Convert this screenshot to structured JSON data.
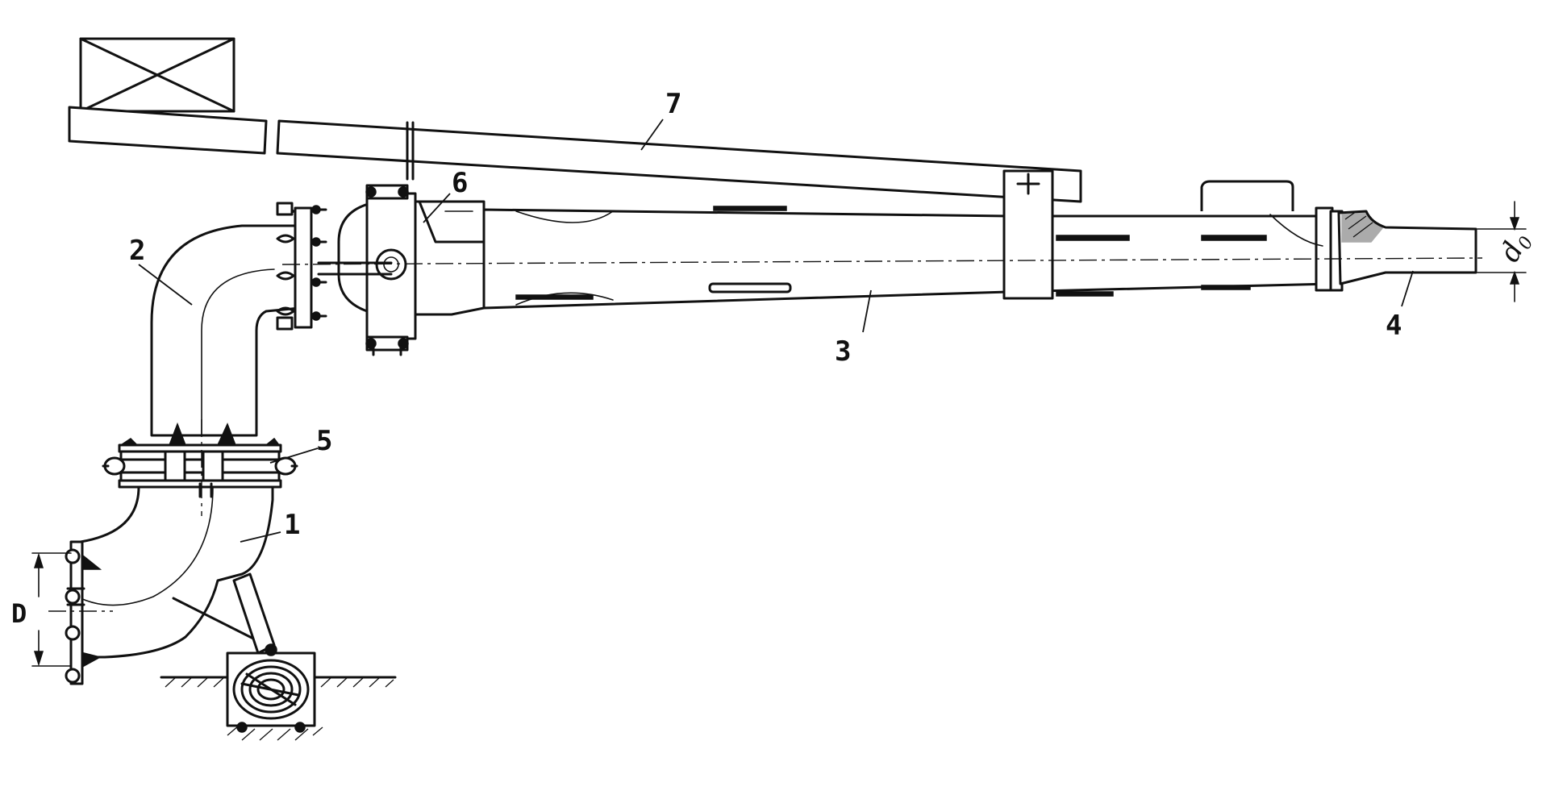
{
  "labels": {
    "part_1": "1",
    "part_2": "2",
    "part_3": "3",
    "part_4": "4",
    "part_5": "5",
    "part_6": "6",
    "part_7": "7"
  },
  "dimensions": {
    "inlet_diameter": "D",
    "nozzle_diameter_letter": "d",
    "nozzle_diameter_subscript": "0"
  },
  "colors": {
    "ink": "#111111",
    "paper": "#ffffff"
  }
}
